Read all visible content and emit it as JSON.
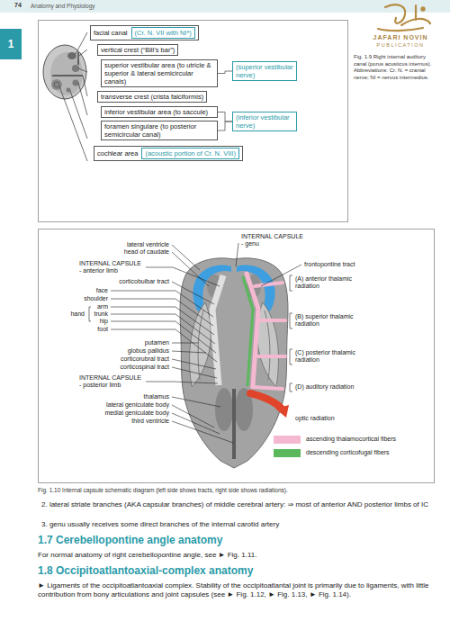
{
  "diagram": {
    "caption": "Fig. 1.10 Internal capsule schematic diagram (left side shows tracts, right side shows radiations).",
    "nodes": [
      {
        "text": [
          "facial canal"
        ]
      },
      {
        "text": [
          "(Cr. N. VII with NI*)"
        ],
        "in": 0
      },
      {
        "text": [
          "vertical crest (“Bill’s bar”)"
        ]
      },
      {
        "text": [
          "superior vestibular area (to utricle & superior & lateral semicircular canals)"
        ]
      },
      {
        "text": [
          "(superior vestibular nerve)"
        ]
      },
      {
        "text": [
          "transverse crest (crista falciformis)"
        ]
      },
      {
        "text": [
          "inferior vestibular area (to saccule)"
        ]
      },
      {
        "text": [
          "foramen singulare (to posterior semicircular canal)"
        ]
      },
      {
        "text": [
          "(inferior vestibular nerve)"
        ]
      },
      {
        "text": [
          "cochlear area"
        ]
      },
      {
        "text": [
          "(acoustic portion of Cr. N. VIII)"
        ],
        "in": 9
      }
    ],
    "edges": [
      {
        "from": 3,
        "to": 4,
        "arrow": "none"
      },
      {
        "from": 6,
        "to": 8,
        "arrow": "none"
      },
      {
        "from": 7,
        "to": 8,
        "arrow": "none"
      }
    ],
    "labels": [
      "74",
      "Anatomy and Physiology",
      "1",
      "JAFARI NOVIN",
      "PUBLICATION",
      "Fig. 1.9 Right internal auditory canal (porus acusticus internus). Abbreviations: Cr. N. = cranial nerve; NI = nervus intermedius.",
      "lateral ventricle",
      "head of caudate",
      "INTERNAL CAPSULE - anterior limb",
      "corticobulbar tract",
      "face",
      "shoulder",
      "arm",
      "hand",
      "trunk",
      "hip",
      "foot",
      "putamen",
      "globus pallidus",
      "corticorubral tract",
      "corticospinal tract",
      "INTERNAL CAPSULE - posterior limb",
      "thalamus",
      "lateral geniculate body",
      "medial geniculate body",
      "third ventricle",
      "INTERNAL CAPSULE - genu",
      "frontopontine tract",
      "(A) anterior thalamic radiation",
      "(B) superior thalamic radiation",
      "(C) posterior thalamic radiation",
      "(D) auditory radiation",
      "optic radiation",
      "2. lateral striate branches (AKA capsular branches) of middle cerebral artery: ⇒ most of anterior AND posterior limbs of IC",
      "3. genu usually receives some direct branches of the internal carotid artery",
      "1.7 Cerebellopontine angle anatomy",
      "For normal anatomy of right cerebellopontine angle, see ► Fig. 1.11.",
      "1.8 Occipitoatlantoaxial-complex anatomy",
      "► Ligaments of the occipitoatlantoaxial complex. Stability of the occipitoatlantal joint is primarily due to ligaments, with little contribution from bony articulations and joint capsules (see ► Fig. 1.12, ► Fig. 1.13, ► Fig. 1.14)."
    ],
    "legend": [
      {
        "text": "ascending thalamocortical fibers",
        "color": "#f4b9d0"
      },
      {
        "text": "descending corticofugal fibers",
        "color": "#5cb85c"
      }
    ]
  }
}
